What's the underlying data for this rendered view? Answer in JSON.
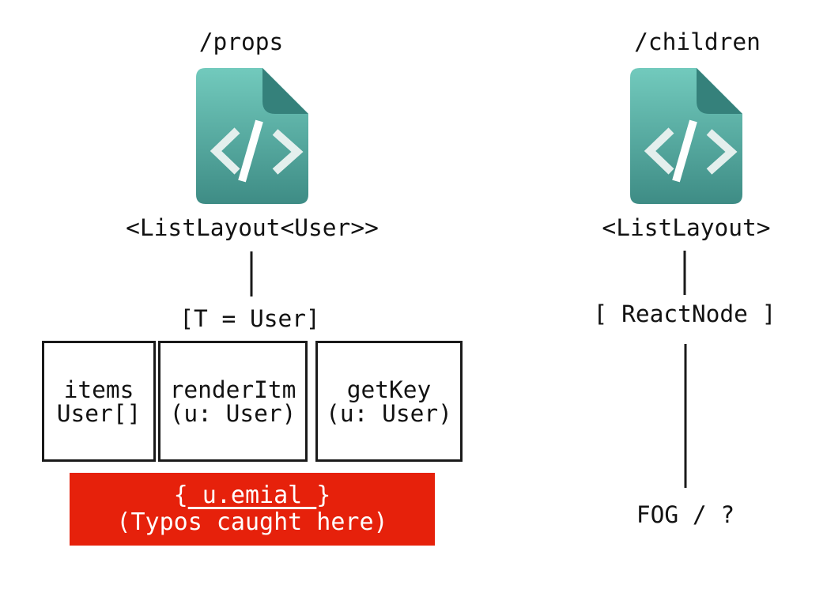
{
  "colors": {
    "background": "#ffffff",
    "text": "#121212",
    "line": "#1a1a1a",
    "icon_gradient_top": "#72CABD",
    "icon_gradient_bottom": "#3E8C85",
    "icon_fold": "#35817B",
    "icon_chevron": "#E4EFED",
    "icon_slash": "#ffffff",
    "error_background": "#E6210B",
    "error_text": "#ffffff"
  },
  "left": {
    "path_label": "/props",
    "icon": "code-file-icon",
    "tag_label": "<ListLayout<User>>",
    "generic_label": "[T = User]",
    "cells": [
      {
        "line1": "items",
        "line2": "User[]"
      },
      {
        "line1": "renderItm",
        "line2": "(u: User)"
      },
      {
        "line1": "getKey",
        "line2": "(u: User)"
      }
    ],
    "error": {
      "open_brace": "{",
      "typo": " u.emial ",
      "close_brace": "}",
      "caption": "(Typos caught here)"
    }
  },
  "right": {
    "path_label": "/children",
    "icon": "code-file-icon",
    "tag_label": "<ListLayout>",
    "type_label": "[ ReactNode ]",
    "result_label": "FOG / ?"
  }
}
